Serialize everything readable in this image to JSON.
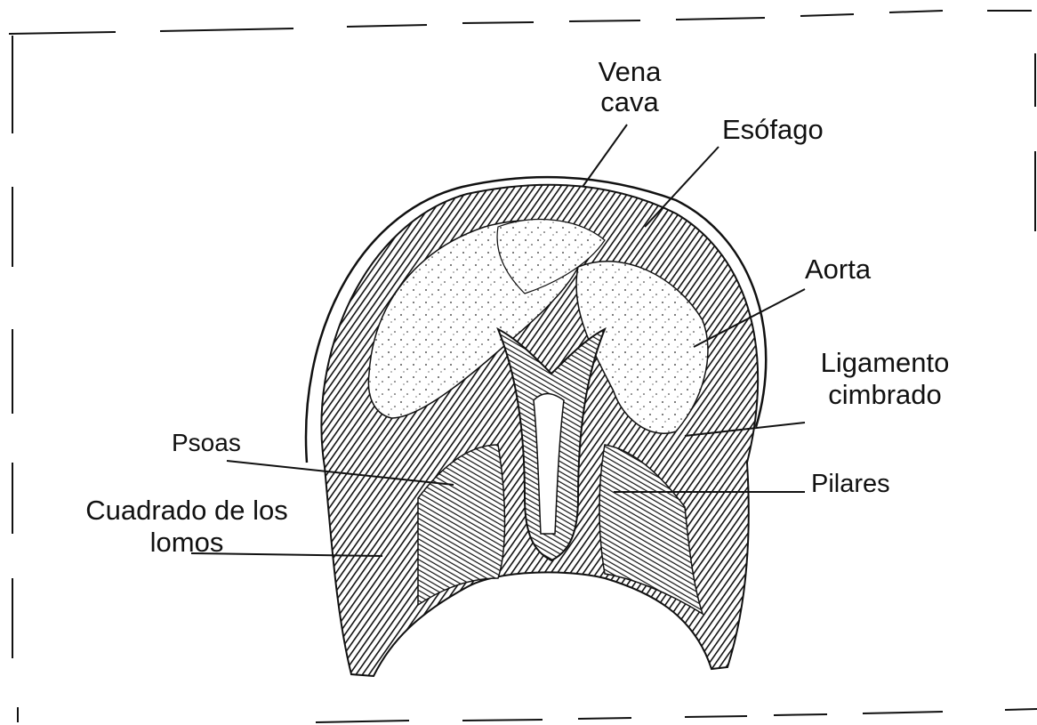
{
  "diagram": {
    "labels": {
      "vena_cava": "Vena cava",
      "esofago": "Esófago",
      "aorta": "Aorta",
      "ligamento_cimbrado": "Ligamento cimbrado",
      "psoas": "Psoas",
      "pilares": "Pilares",
      "cuadrado_lomos": "Cuadrado de los lomos"
    },
    "colors": {
      "ink": "#111111",
      "background": "#ffffff"
    }
  }
}
